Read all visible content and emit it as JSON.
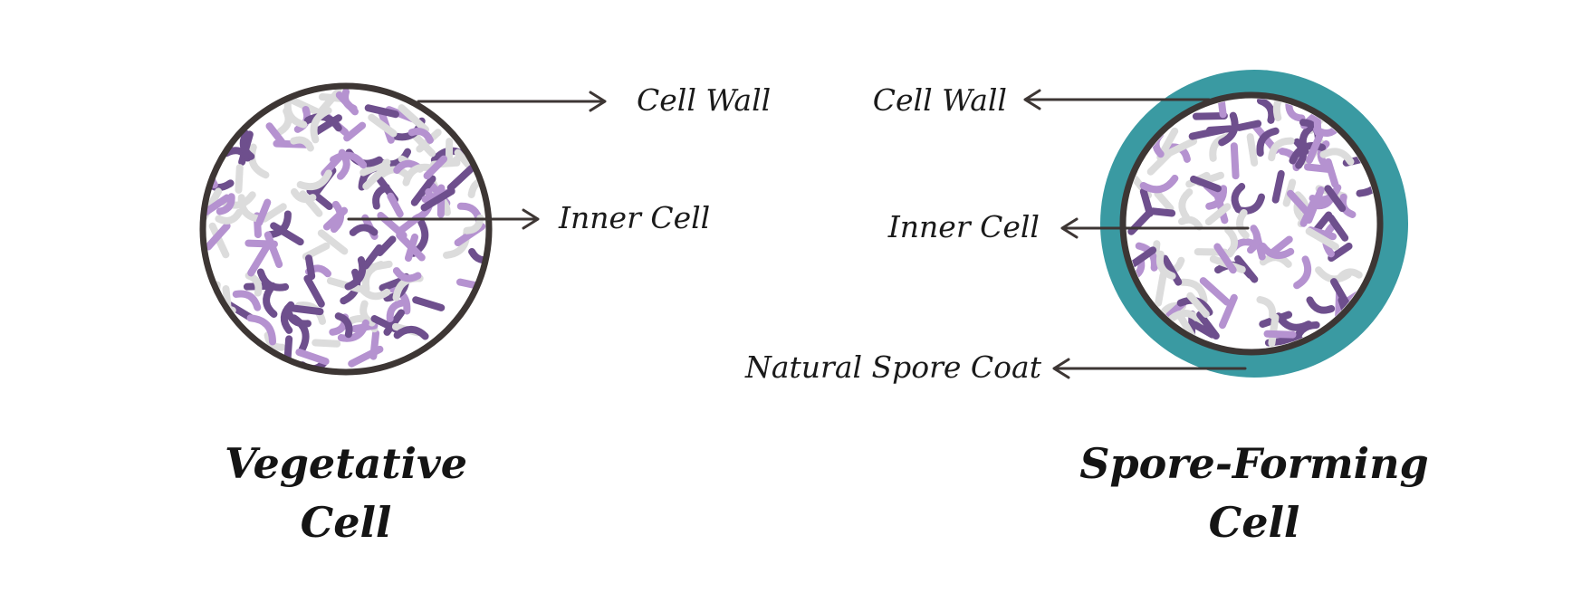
{
  "colors": {
    "cell_wall": "#3d3634",
    "spore_coat": "#3a9aa2",
    "cell_interior": "#ffffff",
    "dark_purple": "#6e4f8d",
    "light_purple": "#b592d0",
    "light_gray": "#dcdcdc",
    "arrow": "#3d3634",
    "text": "#1a1a1a"
  },
  "vegetative": {
    "cell_wall_label": "Cell Wall",
    "inner_cell_label": "Inner Cell",
    "title_line1": "Vegetative",
    "title_line2": "Cell"
  },
  "spore_forming": {
    "cell_wall_label": "Cell Wall",
    "inner_cell_label": "Inner Cell",
    "spore_coat_label": "Natural Spore Coat",
    "title_line1": "Spore-Forming",
    "title_line2": "Cell"
  },
  "icons": {
    "rod_bacteria": "rod-bacterium-icon",
    "curved_bacteria": "curved-bacterium-icon",
    "arrow": "arrow-icon"
  }
}
